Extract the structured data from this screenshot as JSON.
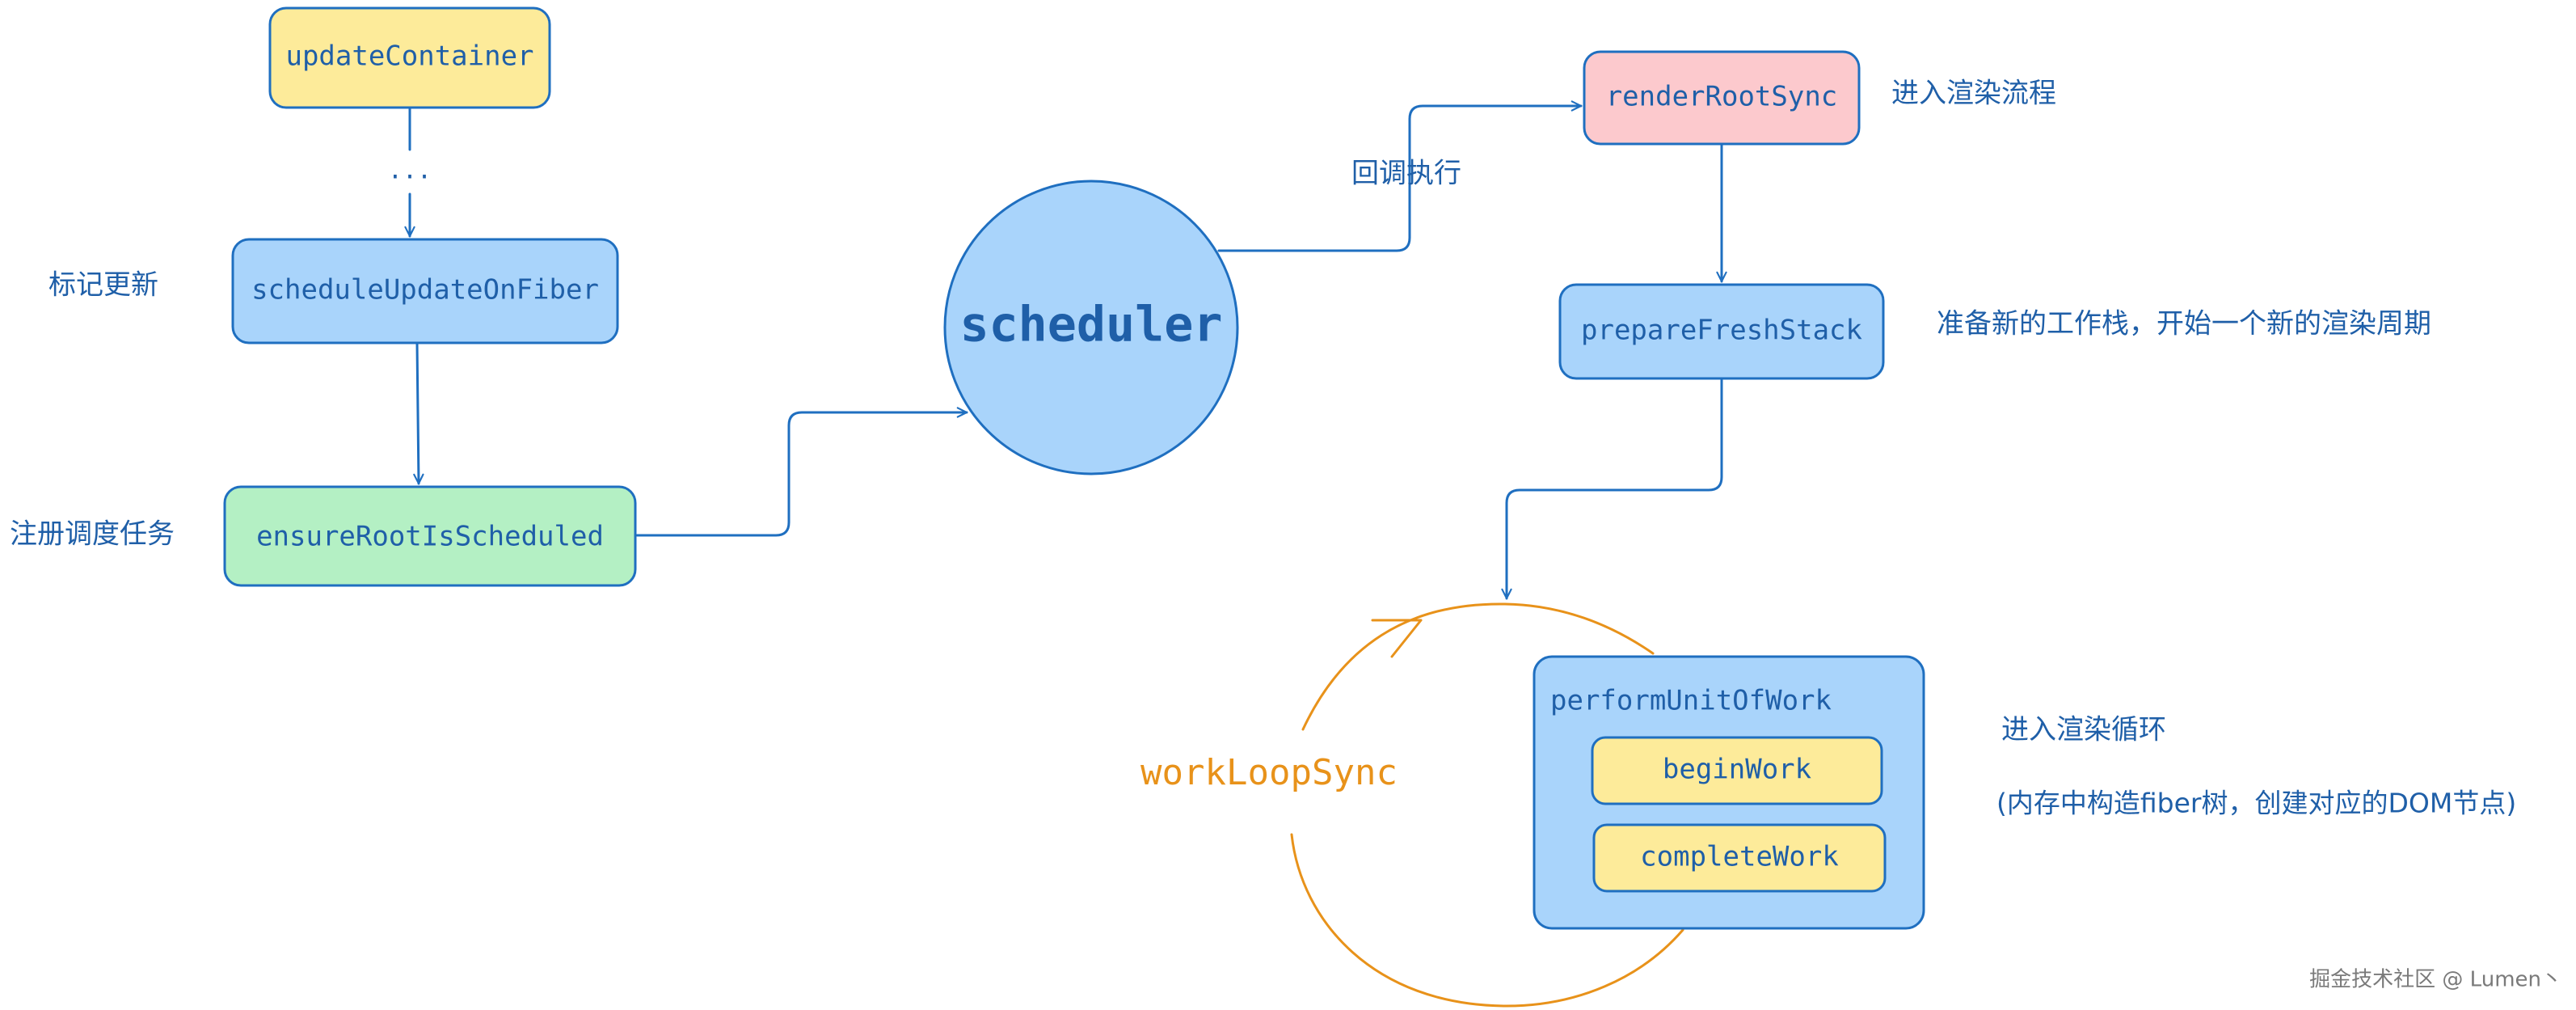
{
  "nodes": {
    "update_container": "updateContainer",
    "ellipsis": "...",
    "schedule_update_on_fiber": "scheduleUpdateOnFiber",
    "ensure_root_is_scheduled": "ensureRootIsScheduled",
    "scheduler": "scheduler",
    "render_root_sync": "renderRootSync",
    "prepare_fresh_stack": "prepareFreshStack",
    "perform_unit_of_work": "performUnitOfWork",
    "begin_work": "beginWork",
    "complete_work": "completeWork",
    "work_loop_sync": "workLoopSync"
  },
  "labels": {
    "mark_update": "标记更新",
    "register_task": "注册调度任务",
    "callback_exec": "回调执行",
    "enter_render_flow": "进入渲染流程",
    "prepare_stack": "准备新的工作栈，开始一个新的渲染周期",
    "enter_render_loop": "进入渲染循环",
    "render_loop_detail": "(内存中构造fiber树，创建对应的DOM节点)"
  },
  "watermark": "掘金技术社区 @ Lumen丶",
  "colors": {
    "blue_fill": "#a9d4fb",
    "blue_stroke": "#1f6fc0",
    "yellow_fill": "#fdeb9a",
    "green_fill": "#b4f0c4",
    "pink_fill": "#fcc9cd",
    "text_blue": "#1f5fa8",
    "orange": "#e8921a"
  }
}
